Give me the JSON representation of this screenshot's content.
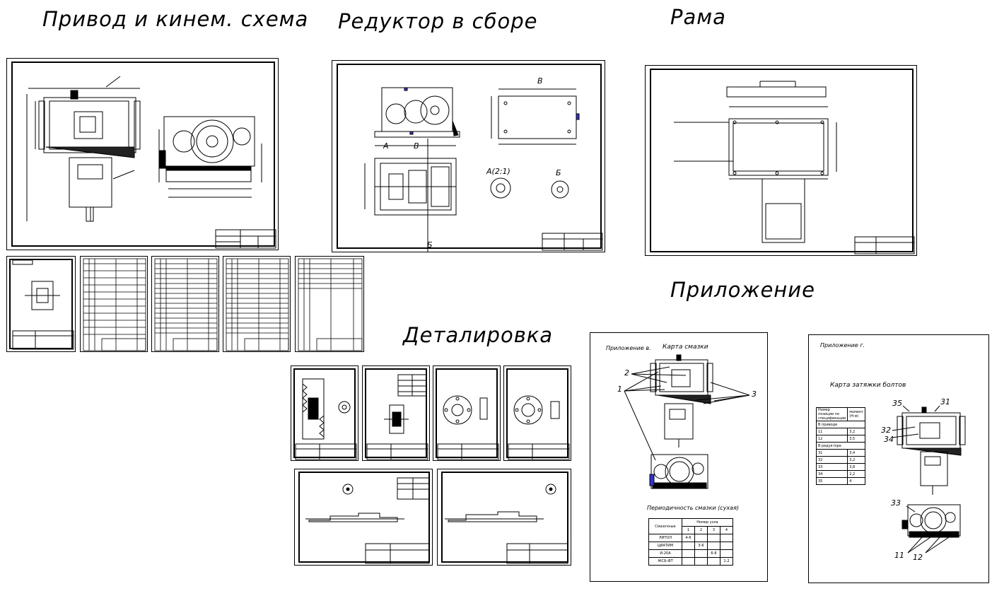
{
  "headings": {
    "drive": "Привод и кинем. схема",
    "reducer": "Редуктор в сборе",
    "frame": "Рама",
    "appendix": "Приложение",
    "details": "Деталировка"
  },
  "appendix_v": {
    "label": "Приложение в.",
    "title": "Карта смазки",
    "callouts": [
      "1",
      "2",
      "3"
    ],
    "table_title": "Периодичность смазки (сухая)",
    "table_header": [
      "Смазочные",
      "Номер узла"
    ],
    "table_subheader": [
      "1",
      "2",
      "3",
      "4"
    ],
    "table_rows": [
      [
        "ЛИТОЛ",
        "4-6",
        "",
        "",
        ""
      ],
      [
        "ЦИАТИМ",
        "",
        "3-6",
        "",
        ""
      ],
      [
        "И-20А",
        "",
        "",
        "6-8",
        ""
      ],
      [
        "ЖСБ-ФТ",
        "",
        "",
        "",
        "1-2"
      ]
    ]
  },
  "appendix_g": {
    "label": "Приложение г.",
    "title": "Карта затяжки болтов",
    "callouts": [
      "35",
      "31",
      "32",
      "34",
      "33",
      "11",
      "12"
    ],
    "table_header": [
      "Номер позиции по спецификации",
      "момент (Н·м)"
    ],
    "group_drive": "В приводе",
    "group_reducer": "В редукторе",
    "rows": [
      [
        "11",
        "3,2"
      ],
      [
        "12",
        "3,5"
      ],
      [
        "31",
        "3,4"
      ],
      [
        "32",
        "3,2"
      ],
      [
        "33",
        "3,8"
      ],
      [
        "34",
        "2,2"
      ],
      [
        "35",
        "4"
      ]
    ]
  },
  "reducer_labels": {
    "section_a": "А",
    "section_b": "Б",
    "section_v": "В",
    "detail_a": "А(2:1)",
    "detail_b": "Б"
  }
}
